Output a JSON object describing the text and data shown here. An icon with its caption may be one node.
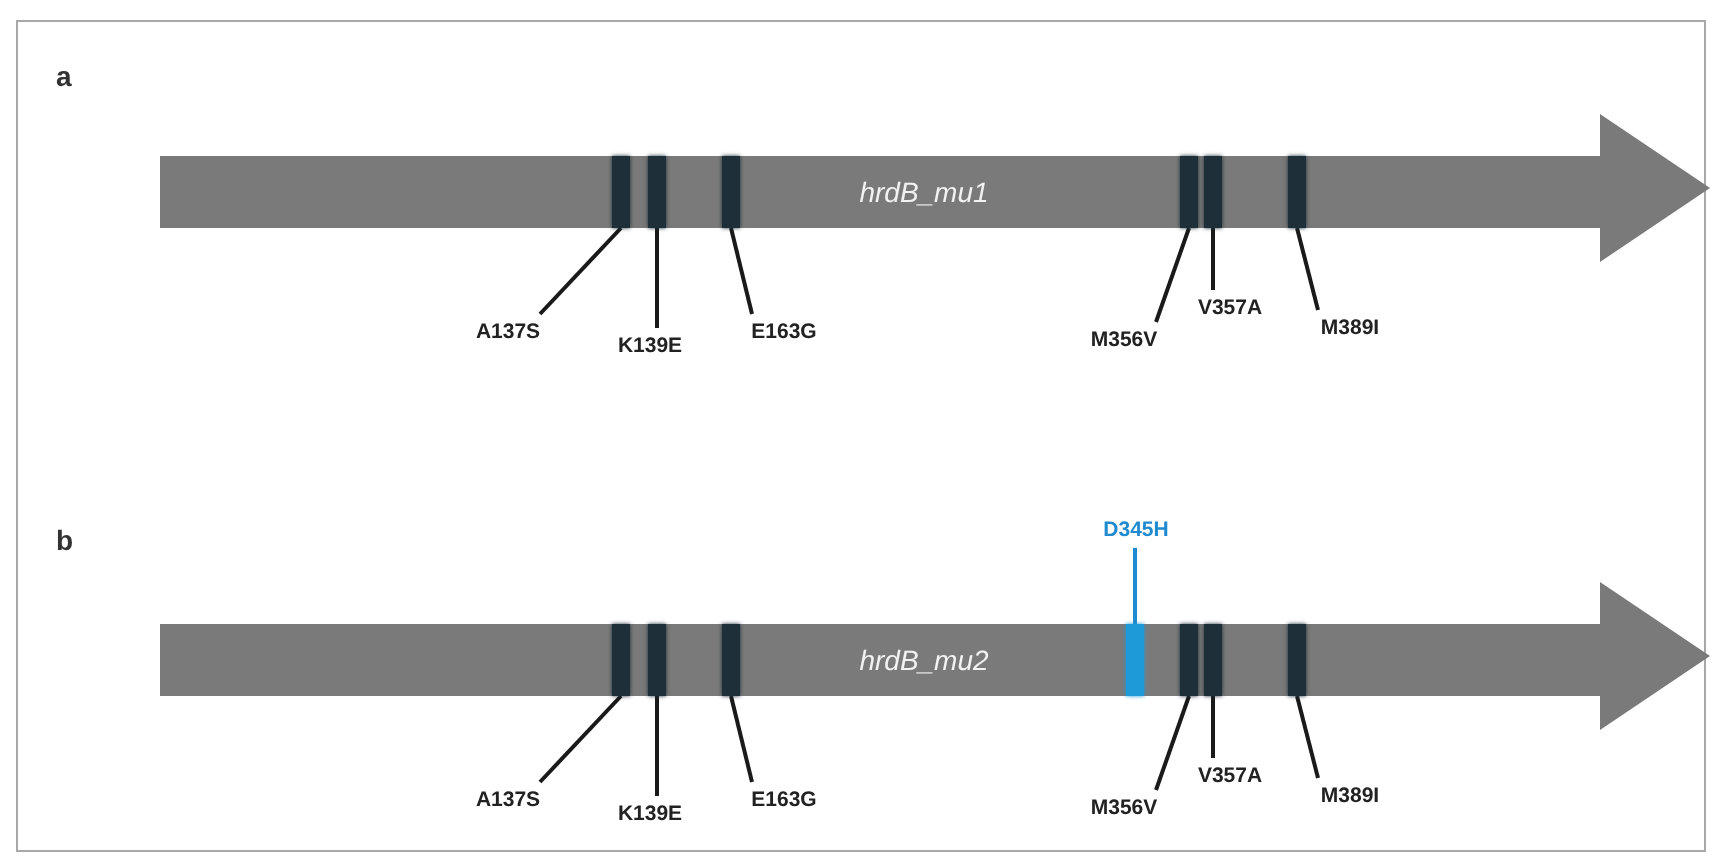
{
  "diagram": {
    "nodes": [
      {
        "text": [
          "hrdB_mu1"
        ]
      },
      {
        "text": [],
        "shape": "bar",
        "in": 0
      },
      {
        "text": [],
        "shape": "bar",
        "in": 0
      },
      {
        "text": [],
        "shape": "bar",
        "in": 0
      },
      {
        "text": [],
        "shape": "bar",
        "in": 0
      },
      {
        "text": [],
        "shape": "bar",
        "in": 0
      },
      {
        "text": [],
        "shape": "bar",
        "in": 0
      },
      {
        "text": [
          "A137S"
        ]
      },
      {
        "text": [
          "K139E"
        ]
      },
      {
        "text": [
          "E163G"
        ]
      },
      {
        "text": [
          "M356V"
        ]
      },
      {
        "text": [
          "V357A"
        ]
      },
      {
        "text": [
          "M389I"
        ]
      },
      {
        "text": [
          "hrdB_mu2"
        ]
      },
      {
        "text": [],
        "shape": "bar",
        "in": 13
      },
      {
        "text": [],
        "shape": "bar",
        "in": 13
      },
      {
        "text": [],
        "shape": "bar",
        "in": 13
      },
      {
        "text": [],
        "shape": "bar",
        "in": 13
      },
      {
        "text": [],
        "shape": "bar",
        "in": 13
      },
      {
        "text": [],
        "shape": "bar",
        "in": 13
      },
      {
        "text": [],
        "shape": "bar",
        "in": 13
      },
      {
        "text": [
          "A137S"
        ]
      },
      {
        "text": [
          "K139E"
        ]
      },
      {
        "text": [
          "E163G"
        ]
      },
      {
        "text": [
          "D345H"
        ]
      },
      {
        "text": [
          "M356V"
        ]
      },
      {
        "text": [
          "V357A"
        ]
      },
      {
        "text": [
          "M389I"
        ]
      }
    ],
    "edges": [
      {
        "from": 7,
        "to": 1,
        "arrow": "none"
      },
      {
        "from": 8,
        "to": 2,
        "arrow": "none"
      },
      {
        "from": 9,
        "to": 3,
        "arrow": "none"
      },
      {
        "from": 10,
        "to": 4,
        "arrow": "none"
      },
      {
        "from": 11,
        "to": 5,
        "arrow": "none"
      },
      {
        "from": 12,
        "to": 6,
        "arrow": "none"
      },
      {
        "from": 21,
        "to": 14,
        "arrow": "none"
      },
      {
        "from": 22,
        "to": 15,
        "arrow": "none"
      },
      {
        "from": 23,
        "to": 16,
        "arrow": "none"
      },
      {
        "from": 24,
        "to": 17,
        "arrow": "none",
        "color": "#1f8ad0"
      },
      {
        "from": 25,
        "to": 18,
        "arrow": "none"
      },
      {
        "from": 26,
        "to": 19,
        "arrow": "none"
      },
      {
        "from": 27,
        "to": 20,
        "arrow": "none"
      }
    ],
    "labels": [
      "a",
      "b"
    ]
  }
}
